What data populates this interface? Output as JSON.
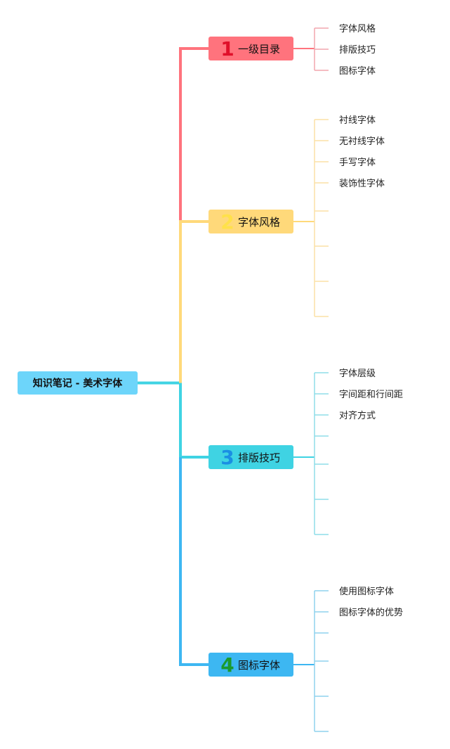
{
  "root": {
    "label": "知识笔记 - 美术字体",
    "color": "#6DD5FA"
  },
  "branches": [
    {
      "number": "1",
      "label": "一级目录",
      "color": "#FF737D",
      "number_color": "#E0102A",
      "children": [
        "字体风格",
        "排版技巧",
        "图标字体"
      ],
      "empty_slots": 0
    },
    {
      "number": "2",
      "label": "字体风格",
      "color": "#FFD97A",
      "number_color": "#FFE14A",
      "children": [
        "衬线字体",
        "无衬线字体",
        "手写字体",
        "装饰性字体"
      ],
      "empty_slots": 4
    },
    {
      "number": "3",
      "label": "排版技巧",
      "color": "#3FD3E3",
      "number_color": "#1A8FE3",
      "children": [
        "字体层级",
        "字间距和行间距",
        "对齐方式"
      ],
      "empty_slots": 4
    },
    {
      "number": "4",
      "label": "图标字体",
      "color": "#3DB7F2",
      "number_color": "#1A9A2E",
      "children": [
        "使用图标字体",
        "图标字体的优势"
      ],
      "empty_slots": 4
    }
  ],
  "line_colors": {
    "branch_1": "#FF737D",
    "branch_2": "#FFD97A",
    "branch_3": "#3FD3E3",
    "branch_4": "#3DB7F2",
    "leaf_1": "#F2A6AE",
    "leaf_2": "#FBE1A6",
    "leaf_3": "#8FDDE8",
    "leaf_4": "#8FD2EE"
  }
}
